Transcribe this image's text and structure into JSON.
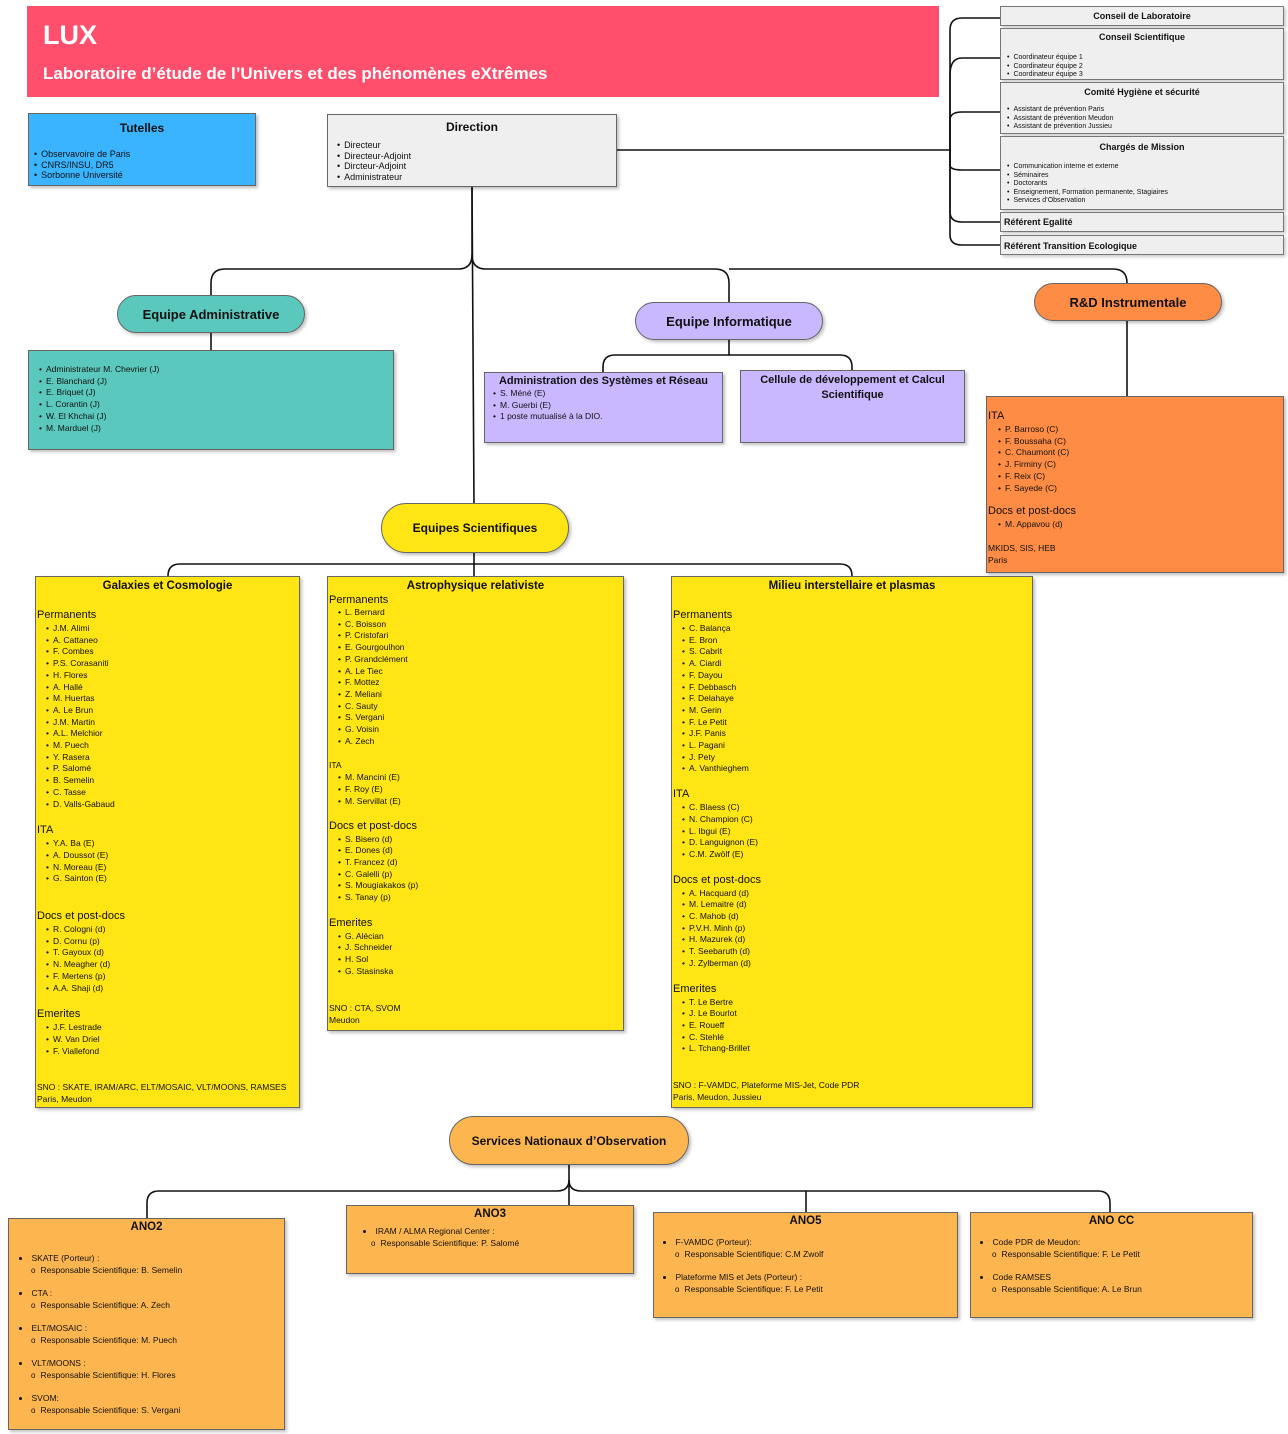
{
  "header": {
    "acronym": "LUX",
    "full_name": "Laboratoire d’étude de l’Univers et des phénomènes eXtrêmes",
    "color": "#ff4f6d"
  },
  "tutelles": {
    "title": "Tutelles",
    "items": [
      "Observavoire de Paris",
      "CNRS/INSU, DR5",
      "Sorbonne Université"
    ],
    "color": "#3bb4ff"
  },
  "direction": {
    "title": "Direction",
    "items": [
      "Directeur",
      "Directeur-Adjoint",
      "Dircteur-Adjoint",
      "Administrateur"
    ]
  },
  "top_right": {
    "conseil_labo": {
      "title": "Conseil de Laboratoire"
    },
    "conseil_sci": {
      "title": "Conseil Scientifique",
      "items": [
        "Coordinateur équipe 1",
        "Coordinateur équipe 2",
        "Coordinateur équipe 3"
      ]
    },
    "comite_hs": {
      "title": "Comité Hygiène et sécurité",
      "items": [
        "Assistant de prévention Paris",
        "Assistant de prévention Meudon",
        "Assistant de prévention Jussieu"
      ]
    },
    "charges_mission": {
      "title": "Chargés de Mission",
      "items": [
        "Communication interne et externe",
        "Séminaires",
        "Doctorants",
        "Enseignement, Formation permanente, Stagiaires",
        "Services d’Observation"
      ]
    },
    "referent_egalite": {
      "title": "Référent Egalité"
    },
    "referent_transition": {
      "title": "Référent Transition Ecologique"
    }
  },
  "equipe_admin": {
    "title": "Equipe Administrative",
    "items": [
      "Administrateur M. Chevrier (J)",
      "E. Blanchard (J)",
      "E. Briquet (J)",
      "L. Corantin (J)",
      "W. El Khchai (J)",
      "M. Marduel (J)"
    ],
    "color": "#5ac8bc"
  },
  "equipe_info": {
    "title": "Equipe Informatique",
    "color": "#c9b8ff",
    "admin_sys": {
      "title": "Administration des Systèmes et Réseau",
      "items": [
        "S. Méné (E)",
        "M. Guerbi (E)",
        "1 poste mutualisé à la DIO."
      ]
    },
    "cellule": {
      "title": "Cellule de développement et Calcul Scientifique"
    }
  },
  "rd": {
    "title": "R&D Instrumentale",
    "color": "#ff8c45",
    "ita_label": "ITA",
    "ita": [
      "P. Barroso (C)",
      "F. Boussaha (C)",
      "C. Chaumont (C)",
      "J. Firminy (C)",
      "F. Reix (C)",
      "F. Sayede (C)"
    ],
    "docs_label": "Docs et post-docs",
    "docs": [
      "M. Appavou (d)"
    ],
    "footer1": "MKIDS, SIS, HEB",
    "footer2": "Paris"
  },
  "equipes_sci": {
    "title": "Equipes Scientifiques",
    "color": "#ffe514"
  },
  "galaxies": {
    "title": "Galaxies et Cosmologie",
    "permanents_label": "Permanents",
    "permanents": [
      "J.M. Alimi",
      "A. Cattaneo",
      "F. Combes",
      "P.S. Corasaniti",
      "H. Flores",
      "A. Hallé",
      "M. Huertas",
      "A. Le Brun",
      "J.M. Martin",
      "A.L. Melchior",
      "M. Puech",
      "Y. Rasera",
      "P. Salomé",
      "B. Semelin",
      "C. Tasse",
      "D. Valls-Gabaud"
    ],
    "ita_label": "ITA",
    "ita": [
      "Y.A. Ba (E)",
      "A. Doussot (E)",
      "N. Moreau (E)",
      "G. Sainton (E)"
    ],
    "docs_label": "Docs et post-docs",
    "docs": [
      "R. Cologni (d)",
      "D. Cornu (p)",
      "T. Gayoux (d)",
      "N. Meagher (d)",
      "F. Mertens (p)",
      "A.A. Shaji (d)"
    ],
    "emerites_label": "Emerites",
    "emerites": [
      "J.F. Lestrade",
      "W. Van Driel",
      "F. Viallefond"
    ],
    "sno": "SNO : SKATE, IRAM/ARC, ELT/MOSAIC, VLT/MOONS, RAMSES",
    "sites": "Paris, Meudon"
  },
  "astro": {
    "title": "Astrophysique relativiste",
    "permanents_label": "Permanents",
    "permanents": [
      "L. Bernard",
      "C. Boisson",
      "P. Cristofari",
      "E. Gourgoulhon",
      "P. Grandclément",
      "A. Le Tiec",
      "F. Mottez",
      "Z. Meliani",
      "C. Sauty",
      "S. Vergani",
      "G. Voisin",
      "A. Zech"
    ],
    "ita_label": "ITA",
    "ita": [
      "M. Mancini (E)",
      "F. Roy (E)",
      "M. Servillat (E)"
    ],
    "docs_label": "Docs et post-docs",
    "docs": [
      "S. Bisero (d)",
      "E. Dones (d)",
      "T. Francez (d)",
      "C. Galelli (p)",
      "S. Mougiakakos (p)",
      "S. Tanay (p)"
    ],
    "emerites_label": "Emerites",
    "emerites": [
      "G. Alécian",
      "J. Schneider",
      "H. Sol",
      "G. Stasinska"
    ],
    "sno": "SNO : CTA, SVOM",
    "sites": "Meudon"
  },
  "milieu": {
    "title": "Milieu interstellaire et plasmas",
    "permanents_label": "Permanents",
    "permanents": [
      "C. Balança",
      "E. Bron",
      "S. Cabrit",
      "A. Ciardi",
      "F. Dayou",
      "F. Debbasch",
      "F. Delahaye",
      "M. Gerin",
      "F. Le Petit",
      "J.F. Panis",
      "L. Pagani",
      "J. Pety",
      "A. Vanthieghem"
    ],
    "ita_label": "ITA",
    "ita": [
      "C. Blaess (C)",
      "N. Champion (C)",
      "L. Ibgui (E)",
      "D. Languignon (E)",
      "C.M. Zwölf (E)"
    ],
    "docs_label": "Docs et post-docs",
    "docs": [
      "A. Hacquard (d)",
      "M. Lemaitre (d)",
      "C. Mahob (d)",
      "P.V.H. Minh (p)",
      "H. Mazurek (d)",
      "T. Seebaruth (d)",
      "J. Zylberman (d)"
    ],
    "emerites_label": "Emerites",
    "emerites": [
      "T. Le Bertre",
      "J. Le Bourlot",
      "E. Roueff",
      "C. Stehlé",
      "L. Tchang-Brillet"
    ],
    "sno": "SNO : F-VAMDC, Plateforme MIS-Jet, Code PDR",
    "sites": "Paris, Meudon, Jussieu"
  },
  "sno_services": {
    "title": "Services Nationaux d’Observation",
    "color": "#fdb550"
  },
  "ano2": {
    "title": "ANO2",
    "entries": [
      {
        "name": "SKATE (Porteur) :",
        "resp": "Responsable Scientifique: B. Semelin"
      },
      {
        "name": "CTA :",
        "resp": "Responsable Scientifique: A. Zech"
      },
      {
        "name": "ELT/MOSAIC :",
        "resp": "Responsable Scientifique: M. Puech"
      },
      {
        "name": "VLT/MOONS :",
        "resp": "Responsable Scientifique: H. Flores"
      },
      {
        "name": "SVOM:",
        "resp": "Responsable Scientifique: S. Vergani"
      }
    ]
  },
  "ano3": {
    "title": "ANO3",
    "entries": [
      {
        "name": "IRAM / ALMA Regional Center :",
        "resp": "Responsable Scientifique:  P. Salomé"
      }
    ]
  },
  "ano5": {
    "title": "ANO5",
    "entries": [
      {
        "name": "F-VAMDC (Porteur):",
        "resp": "Responsable Scientifique: C.M Zwolf"
      },
      {
        "name": "Plateforme MIS et Jets (Porteur) :",
        "resp": "Responsable Scientifique: F. Le Petit"
      }
    ]
  },
  "anocc": {
    "title": "ANO CC",
    "entries": [
      {
        "name": "Code PDR de Meudon:",
        "resp": "Responsable Scientifique:  F. Le Petit"
      },
      {
        "name": "Code RAMSES",
        "resp": "Responsable Scientifique: A. Le Brun"
      }
    ]
  }
}
